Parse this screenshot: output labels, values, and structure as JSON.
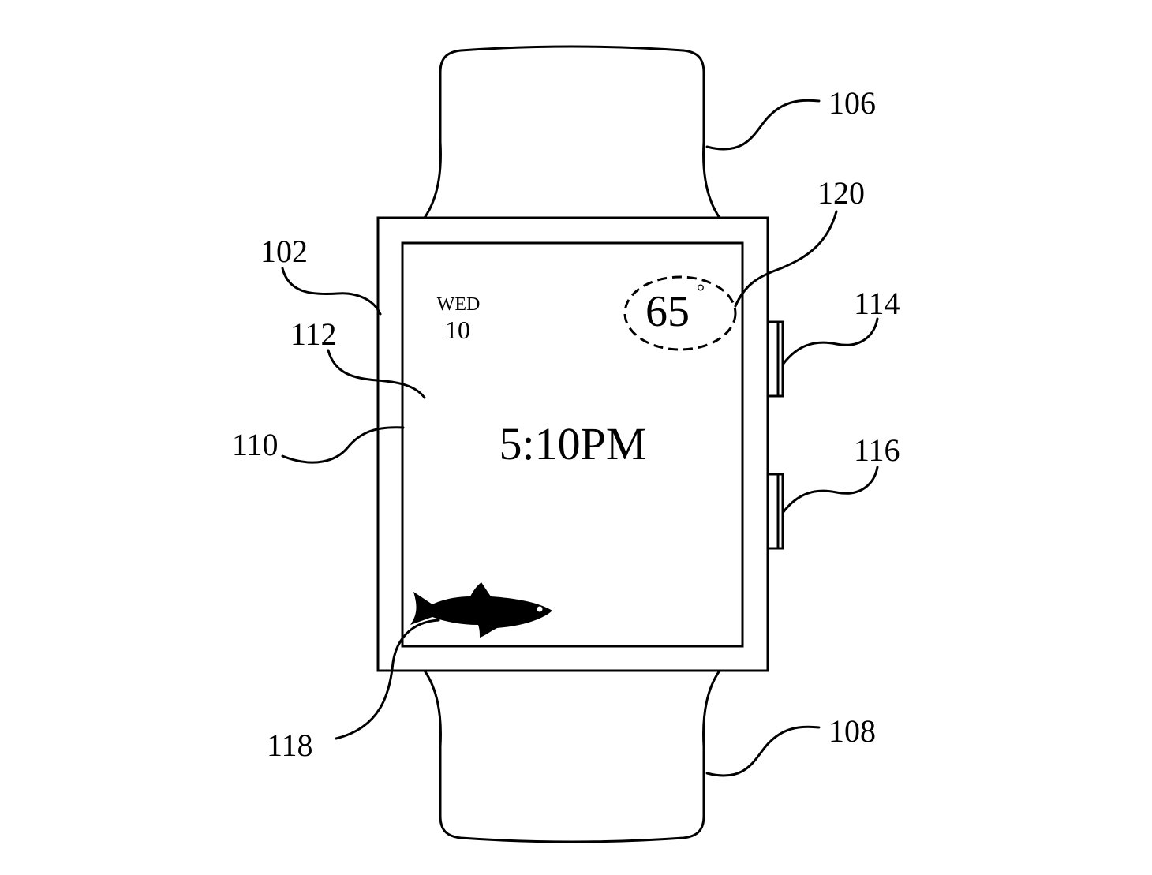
{
  "figure": {
    "display": {
      "day": "WED",
      "date": "10",
      "time": "5:10PM",
      "temperature": "65",
      "degree_symbol": "°"
    },
    "reference_numerals": {
      "watch_body": "102",
      "top_band": "106",
      "bottom_band": "108",
      "bezel": "110",
      "display_area": "112",
      "upper_button": "114",
      "lower_button": "116",
      "fish_animation": "118",
      "temperature_complication": "120"
    },
    "colors": {
      "line": "#000000",
      "background": "#ffffff"
    }
  }
}
